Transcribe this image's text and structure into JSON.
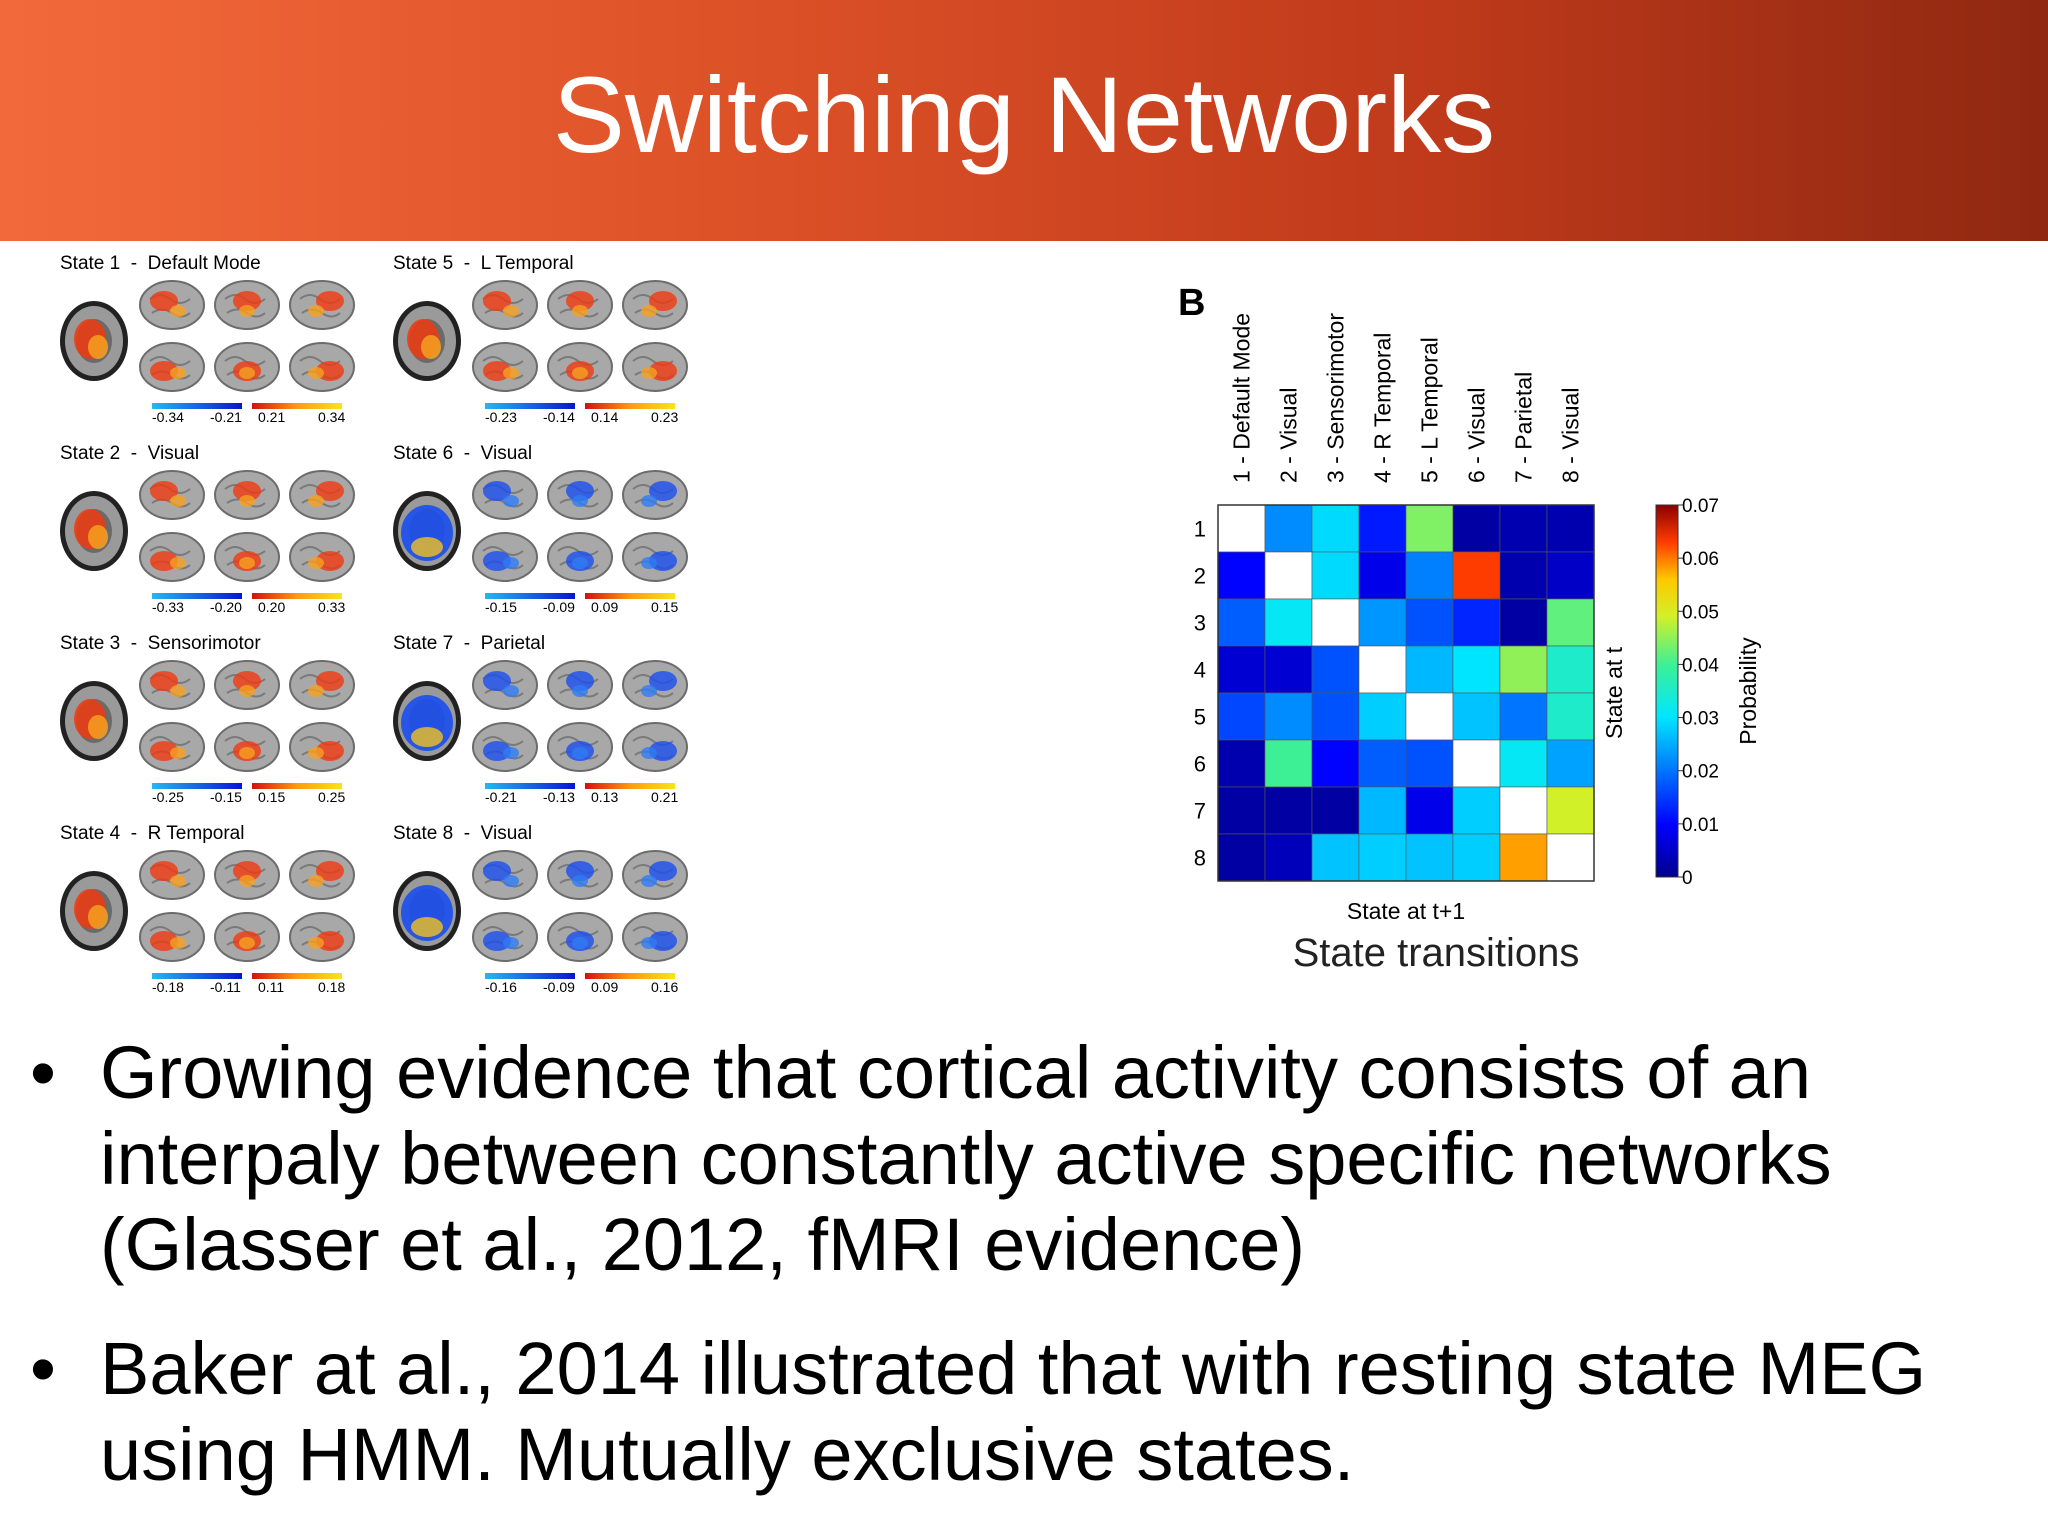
{
  "slide": {
    "title": "Switching Networks",
    "bullets": [
      "Growing evidence that cortical activity consists of  an interpaly between constantly active specific networks (Glasser et al., 2012, fMRI evidence)",
      "Baker at al., 2014  illustrated that with resting state MEG using HMM. Mutually exclusive states."
    ],
    "bullet_char": "•"
  },
  "states": [
    {
      "label": "State 1  -  Default Mode",
      "ticks": [
        "-0.34",
        "-0.21",
        "0.21",
        "0.34"
      ],
      "pattern": "red"
    },
    {
      "label": "State 2  -  Visual",
      "ticks": [
        "-0.33",
        "-0.20",
        "0.20",
        "0.33"
      ],
      "pattern": "red"
    },
    {
      "label": "State 3  -  Sensorimotor",
      "ticks": [
        "-0.25",
        "-0.15",
        "0.15",
        "0.25"
      ],
      "pattern": "red"
    },
    {
      "label": "State 4  -  R Temporal",
      "ticks": [
        "-0.18",
        "-0.11",
        "0.11",
        "0.18"
      ],
      "pattern": "red"
    },
    {
      "label": "State 5  -  L Temporal",
      "ticks": [
        "-0.23",
        "-0.14",
        "0.14",
        "0.23"
      ],
      "pattern": "red"
    },
    {
      "label": "State 6  -  Visual",
      "ticks": [
        "-0.15",
        "-0.09",
        "0.09",
        "0.15"
      ],
      "pattern": "blue"
    },
    {
      "label": "State 7  -  Parietal",
      "ticks": [
        "-0.21",
        "-0.13",
        "0.13",
        "0.21"
      ],
      "pattern": "blue"
    },
    {
      "label": "State 8  -  Visual",
      "ticks": [
        "-0.16",
        "-0.09",
        "0.09",
        "0.16"
      ],
      "pattern": "blue"
    }
  ],
  "chart_data": {
    "type": "heatmap",
    "panel_letter": "B",
    "column_labels": [
      "1 - Default Mode",
      "2 - Visual",
      "3 - Sensorimotor",
      "4 - R Temporal",
      "5 - L Temporal",
      "6 - Visual",
      "7 - Parietal",
      "8 - Visual"
    ],
    "row_labels": [
      "1",
      "2",
      "3",
      "4",
      "5",
      "6",
      "7",
      "8"
    ],
    "xlabel": "State at t+1",
    "ylabel": "State at t",
    "caption": "State transitions",
    "colorbar_label": "Probability",
    "colorbar_ticks": [
      "0.07",
      "0.06",
      "0.05",
      "0.04",
      "0.03",
      "0.02",
      "0.01",
      "0"
    ],
    "vmin": 0,
    "vmax": 0.07,
    "diagonal": "excluded (white)",
    "values": [
      [
        null,
        0.022,
        0.029,
        0.012,
        0.044,
        0.002,
        0.003,
        0.003
      ],
      [
        0.01,
        null,
        0.029,
        0.008,
        0.021,
        0.063,
        0.003,
        0.005
      ],
      [
        0.018,
        0.031,
        null,
        0.023,
        0.017,
        0.013,
        0.002,
        0.042
      ],
      [
        0.006,
        0.006,
        0.017,
        null,
        0.026,
        0.03,
        0.045,
        0.035
      ],
      [
        0.016,
        0.022,
        0.017,
        0.028,
        null,
        0.027,
        0.02,
        0.035
      ],
      [
        0.003,
        0.04,
        0.01,
        0.018,
        0.017,
        null,
        0.031,
        0.024
      ],
      [
        0.002,
        0.002,
        0.002,
        0.026,
        0.008,
        0.028,
        null,
        0.049
      ],
      [
        0.002,
        0.004,
        0.027,
        0.028,
        0.027,
        0.028,
        0.058,
        null
      ]
    ]
  }
}
